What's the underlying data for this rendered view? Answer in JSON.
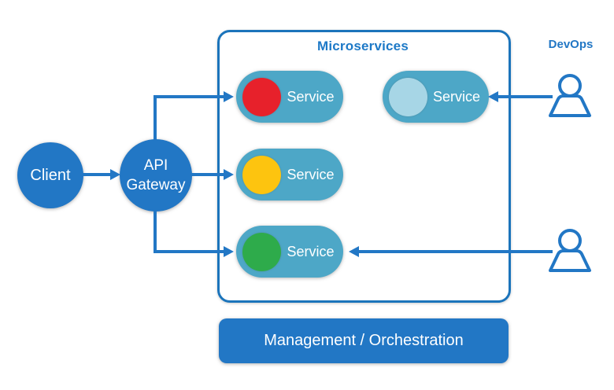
{
  "diagram": {
    "title": "Microservices",
    "nodes": {
      "client": {
        "label": "Client"
      },
      "api_gateway": {
        "line1": "API",
        "line2": "Gateway"
      },
      "services": [
        {
          "label": "Service",
          "dot_color": "#e7212b"
        },
        {
          "label": "Service",
          "dot_color": "#a7d6e6"
        },
        {
          "label": "Service",
          "dot_color": "#fdc40f"
        },
        {
          "label": "Service",
          "dot_color": "#2eab4b"
        }
      ],
      "devops": {
        "label": "DevOps"
      },
      "management": {
        "label": "Management / Orchestration"
      }
    },
    "icons": {
      "top_right": "user-icon",
      "bottom_right": "user-icon"
    },
    "colors": {
      "primary_blue": "#2277c5",
      "container_border": "#1b74bb",
      "title_text": "#1d79c7",
      "pill_teal": "#4da7c7",
      "text_on_blue": "#ffffff"
    }
  }
}
